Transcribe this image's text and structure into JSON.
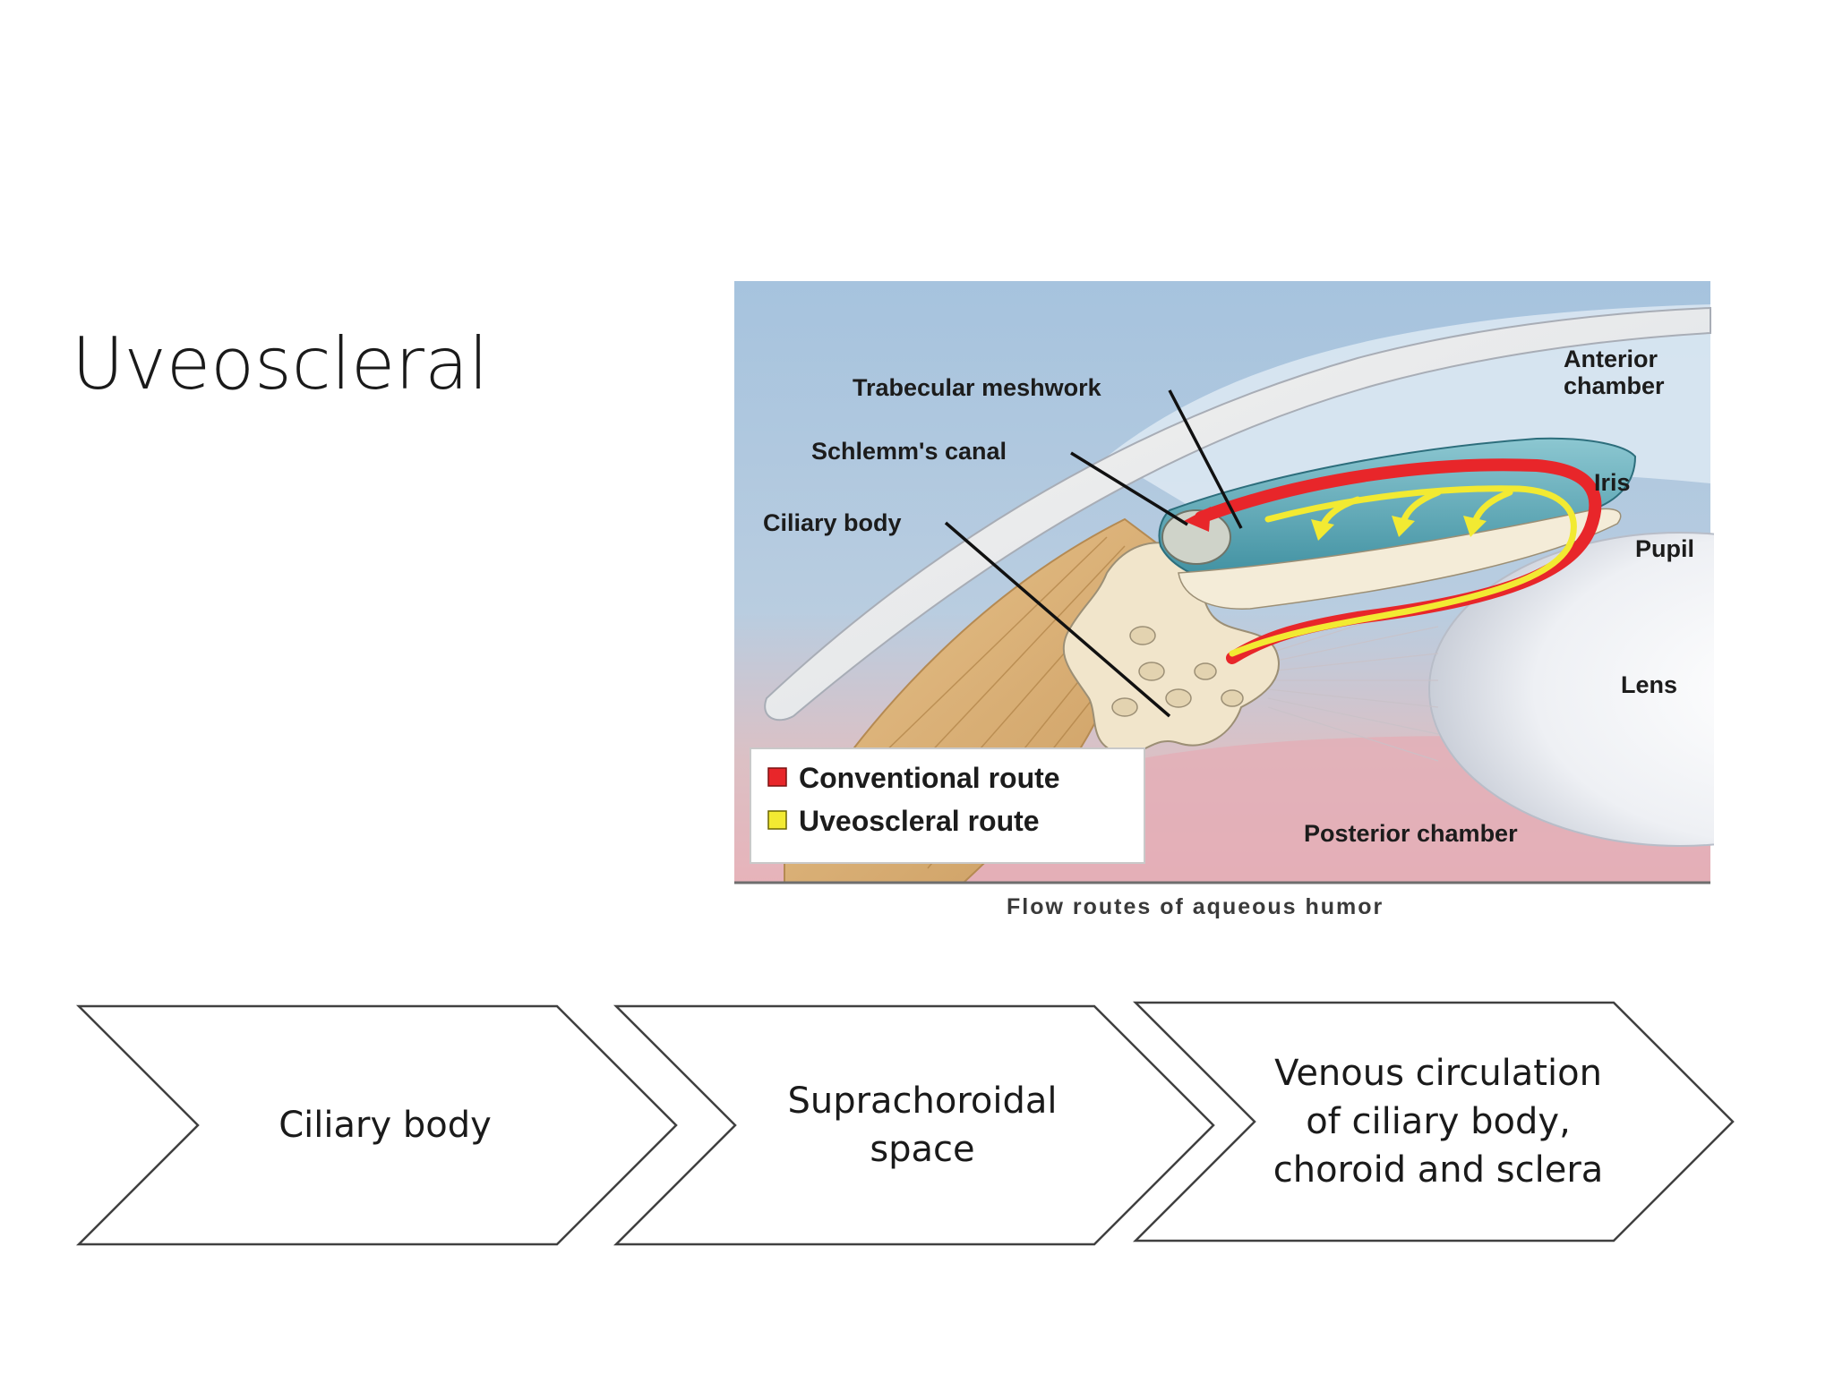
{
  "slide": {
    "title": "Uveoscleral"
  },
  "diagram": {
    "labels": {
      "trabecular_meshwork": "Trabecular meshwork",
      "schlemms_canal": "Schlemm's canal",
      "ciliary_body": "Ciliary body",
      "anterior_chamber_line1": "Anterior",
      "anterior_chamber_line2": "chamber",
      "iris": "Iris",
      "pupil": "Pupil",
      "lens": "Lens",
      "posterior_chamber": "Posterior chamber"
    },
    "legend": {
      "conventional": "Conventional route",
      "uveoscleral": "Uveoscleral route"
    },
    "caption": "Flow routes of aqueous humor",
    "colors": {
      "background_blue": "#a9c5df",
      "posterior_pink": "#e2b2b8",
      "conventional_red": "#e8262a",
      "uveoscleral_yellow": "#f2ea32",
      "tissue_cream": "#f3e8d0",
      "ciliary_tan": "#d9b07a",
      "iris_teal": "#5aa7b5"
    }
  },
  "flow": {
    "steps": [
      {
        "label": "Ciliary body"
      },
      {
        "label": "Suprachoroidal\nspace"
      },
      {
        "label": "Venous circulation\nof ciliary body,\nchoroid and sclera"
      }
    ]
  }
}
